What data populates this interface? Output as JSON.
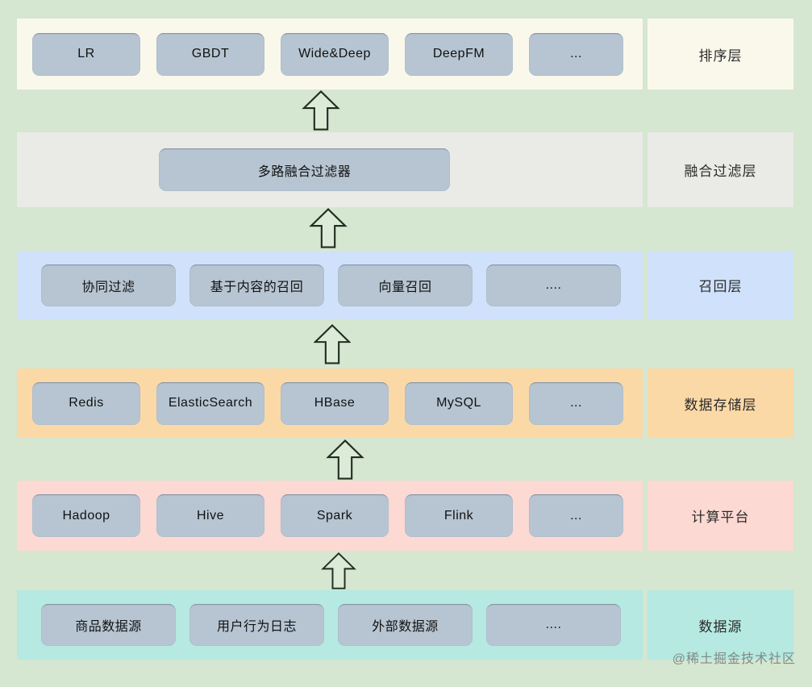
{
  "page": {
    "watermark": "@稀土掘金技术社区"
  },
  "diagram": {
    "layers": [
      {
        "name": "排序层",
        "bg": "#faf8eb",
        "boxes": [
          "LR",
          "GBDT",
          "Wide&Deep",
          "DeepFM",
          "..."
        ]
      },
      {
        "name": "融合过滤层",
        "bg": "#eaeae7",
        "boxes": [
          "多路融合过滤器"
        ]
      },
      {
        "name": "召回层",
        "bg": "#d0e2fb",
        "boxes": [
          "协同过滤",
          "基于内容的召回",
          "向量召回",
          "...."
        ]
      },
      {
        "name": "数据存储层",
        "bg": "#fbd9a7",
        "boxes": [
          "Redis",
          "ElasticSearch",
          "HBase",
          "MySQL",
          "..."
        ]
      },
      {
        "name": "计算平台",
        "bg": "#fdd9d3",
        "boxes": [
          "Hadoop",
          "Hive",
          "Spark",
          "Flink",
          "..."
        ]
      },
      {
        "name": "数据源",
        "bg": "#b5e9e1",
        "boxes": [
          "商品数据源",
          "用户行为日志",
          "外部数据源",
          "...."
        ]
      }
    ],
    "colors": {
      "page_bg": "#d5e6d1",
      "box_bg": "#b7c5d2",
      "box_text": "#111111",
      "label_text": "#2b2b2b",
      "arrow_stroke": "#212d21",
      "watermark_text": "#7f8b85"
    }
  }
}
